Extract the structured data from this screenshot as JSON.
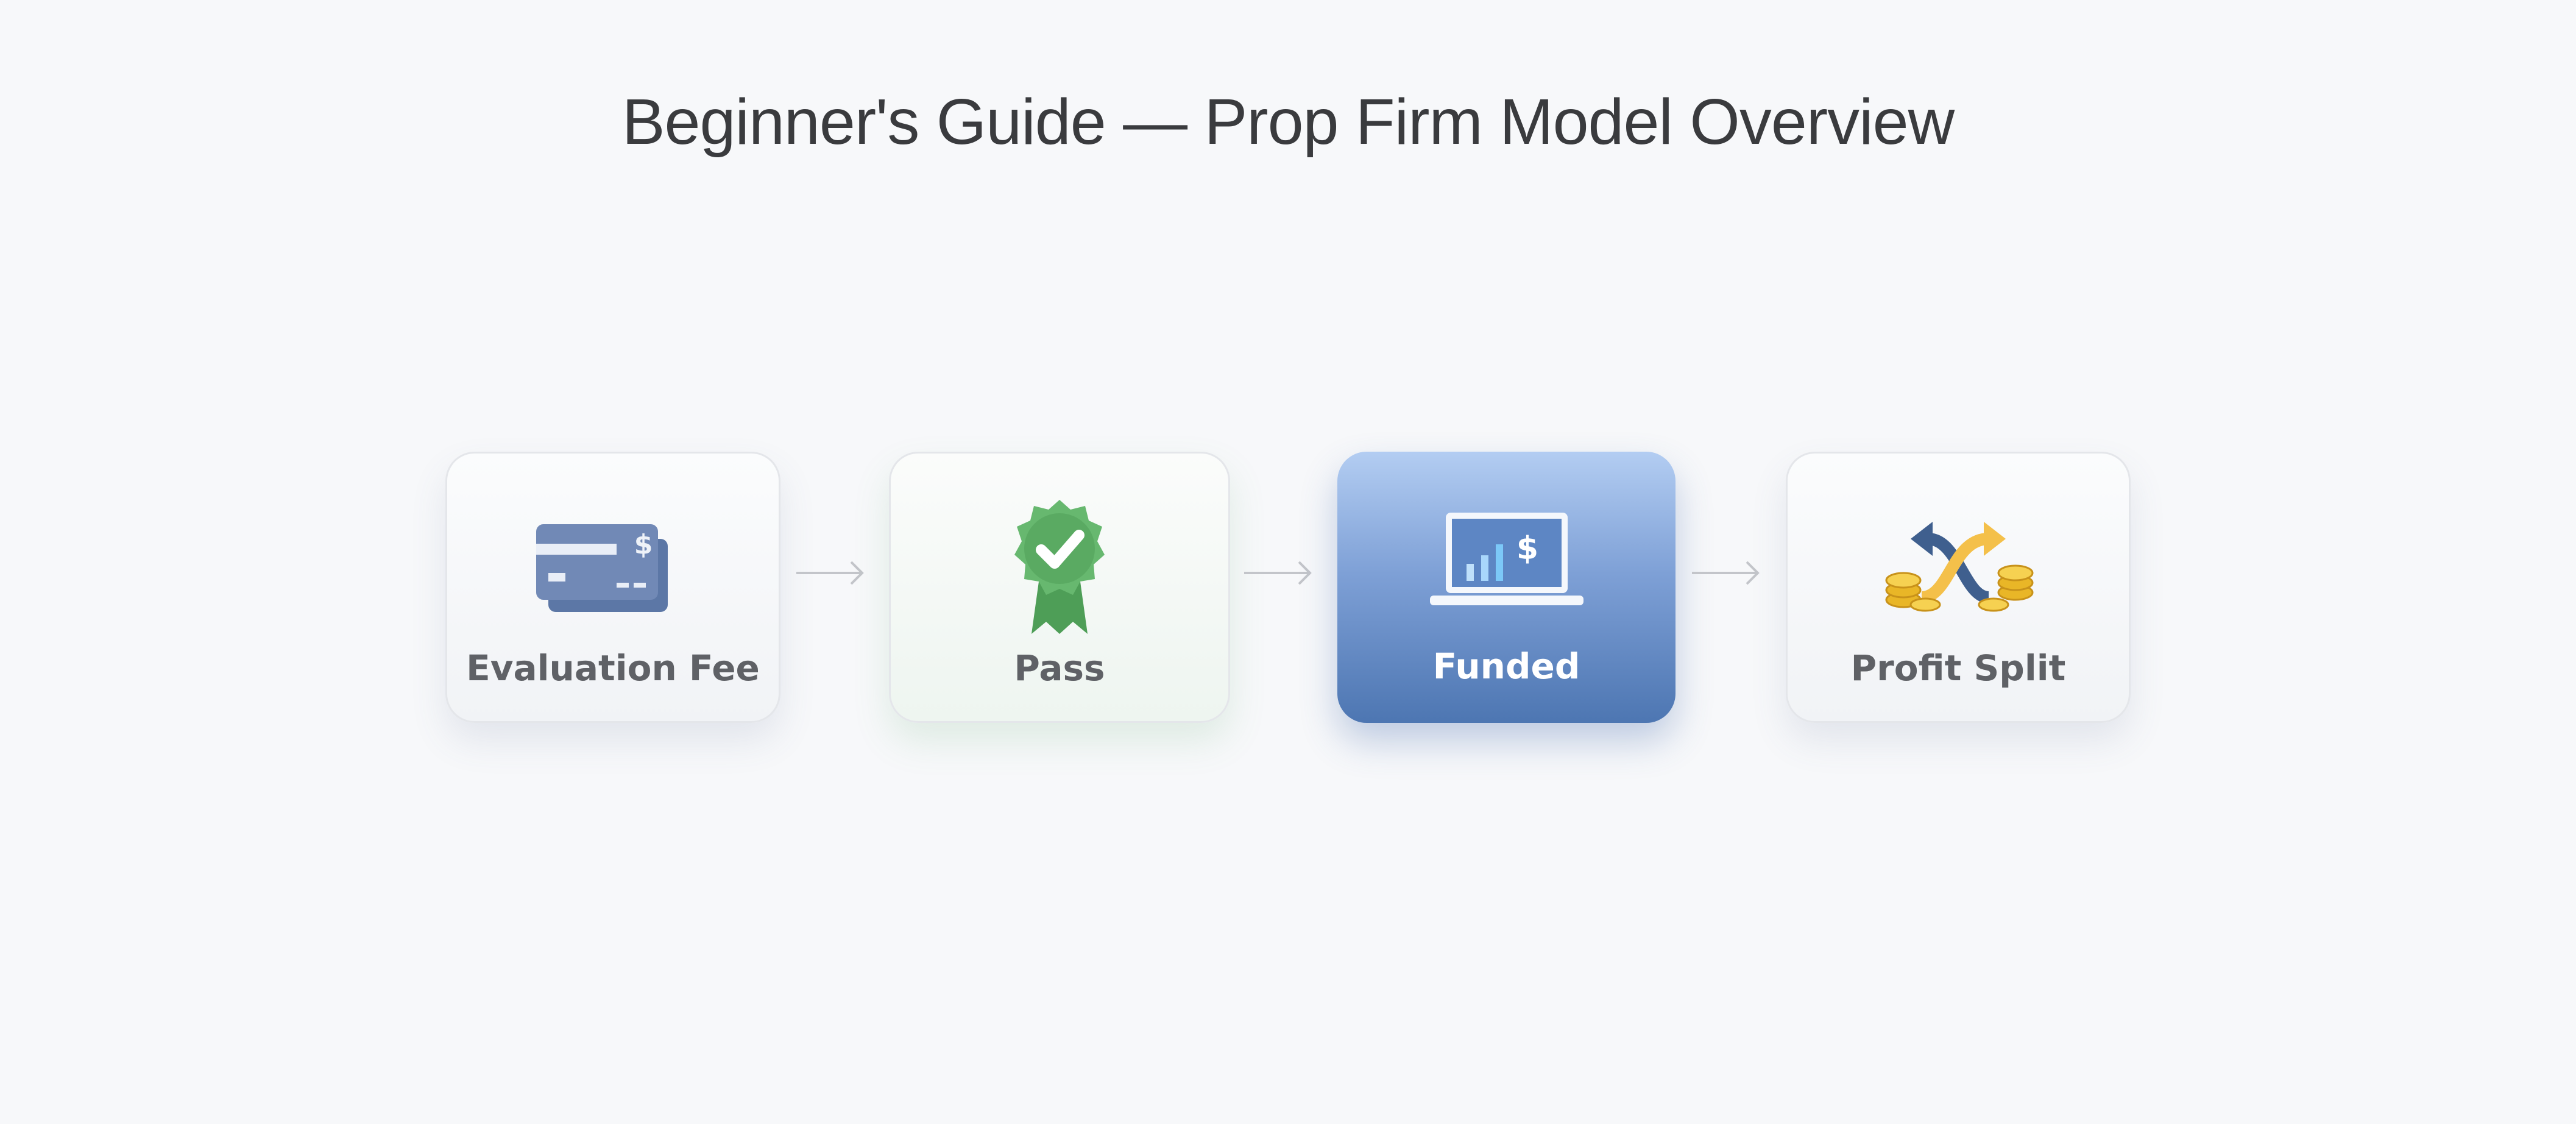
{
  "title": "Beginner's Guide — Prop Firm Model Overview",
  "steps": [
    {
      "label": "Evaluation Fee",
      "icon": "credit-card-icon"
    },
    {
      "label": "Pass",
      "icon": "check-badge-icon"
    },
    {
      "label": "Funded",
      "icon": "laptop-chart-icon"
    },
    {
      "label": "Profit Split",
      "icon": "coins-exchange-icon"
    }
  ],
  "colors": {
    "accent": "#5b82c0",
    "success": "#5cb165",
    "gold": "#f2c230"
  }
}
